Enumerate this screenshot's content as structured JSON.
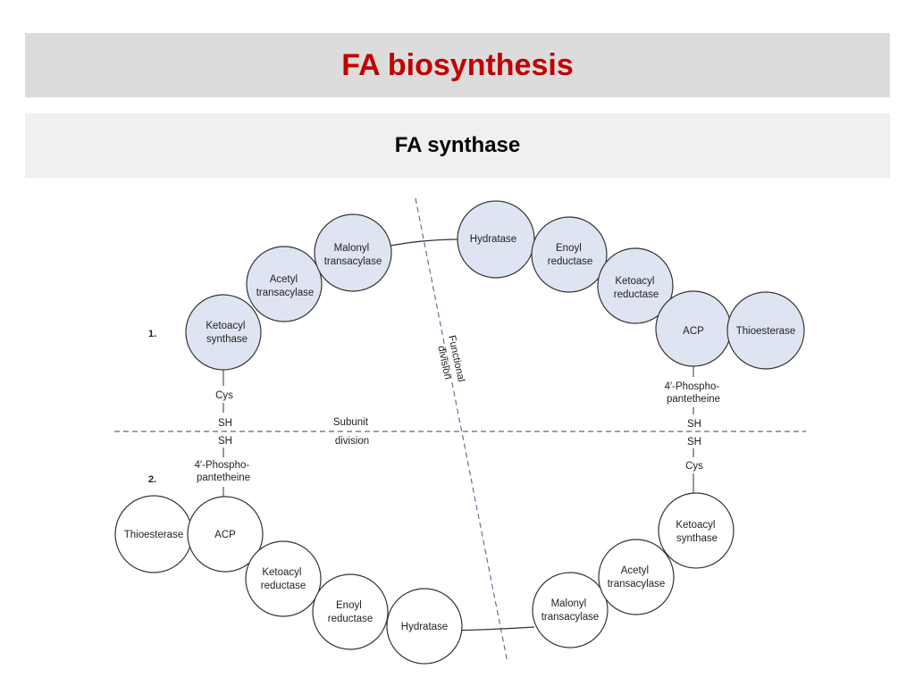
{
  "slide": {
    "title": "FA biosynthesis",
    "subtitle": "FA synthase"
  },
  "diagram": {
    "fill_colors": {
      "subunit1": "#dfe4f2",
      "subunit2": "#ffffff",
      "outline": "#333333",
      "dash": "#5a6490"
    },
    "subunit1": {
      "marker": "1.",
      "ketoacyl_synthase": [
        "Ketoacyl",
        "synthase"
      ],
      "acetyl_transacylase": [
        "Acetyl",
        "transacylase"
      ],
      "malonyl_transacylase": [
        "Malonyl",
        "transacylase"
      ],
      "hydratase": "Hydratase",
      "enoyl_reductase": [
        "Enoyl",
        "reductase"
      ],
      "ketoacyl_reductase": [
        "Ketoacyl",
        "reductase"
      ],
      "acp": "ACP",
      "thioesterase": "Thioesterase",
      "left_cys": "Cys",
      "left_sh": "SH",
      "right_phospho": [
        "4′-Phospho-",
        "pantetheine"
      ],
      "right_sh": "SH"
    },
    "subunit2": {
      "marker": "2.",
      "thioesterase": "Thioesterase",
      "acp": "ACP",
      "ketoacyl_reductase": [
        "Ketoacyl",
        "reductase"
      ],
      "enoyl_reductase": [
        "Enoyl",
        "reductase"
      ],
      "hydratase": "Hydratase",
      "malonyl_transacylase": [
        "Malonyl",
        "transacylase"
      ],
      "acetyl_transacylase": [
        "Acetyl",
        "transacylase"
      ],
      "ketoacyl_synthase": [
        "Ketoacyl",
        "synthase"
      ],
      "left_sh": "SH",
      "left_phospho": [
        "4′-Phospho-",
        "pantetheine"
      ],
      "right_sh": "SH",
      "right_cys": "Cys"
    },
    "subunit_division": [
      "Subunit",
      "division"
    ],
    "functional_division": [
      "Functional",
      "division"
    ]
  }
}
